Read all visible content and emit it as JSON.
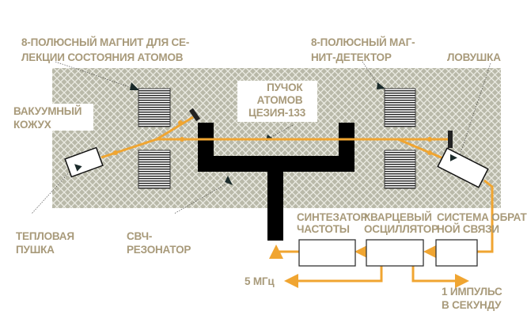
{
  "labels": {
    "selector_magnet": [
      "8-ПОЛЮСНЫЙ МАГНИТ ДЛЯ СЕ-",
      "ЛЕКЦИИ СОСТОЯНИЯ АТОМОВ"
    ],
    "detector_magnet": [
      "8-ПОЛЮСНЫЙ МАГ-",
      "НИТ-ДЕТЕКТОР"
    ],
    "trap": "ЛОВУШКА",
    "vacuum_casing": [
      "ВАКУУМНЫЙ",
      "КОЖУХ"
    ],
    "cesium_beam": [
      "ПУЧОК",
      "АТОМОВ",
      "ЦЕЗИЯ-133"
    ],
    "thermal_gun": [
      "ТЕПЛОВАЯ",
      "ПУШКА"
    ],
    "microwave_resonator": [
      "СВЧ-",
      "РЕЗОНАТОР"
    ],
    "synthesizer": [
      "СИНТЕЗАТОР",
      "ЧАСТОТЫ"
    ],
    "quartz_oscillator": [
      "КВАРЦЕВЫЙ",
      "ОСЦИЛЛЯТОР"
    ],
    "feedback_system": [
      "СИСТЕМА ОБРАТ-",
      "НОЙ СВЯЗИ"
    ],
    "output_5mhz": "5 МГц",
    "output_1pps": [
      "1 ИМПУЛЬС",
      "В СЕКУНДУ"
    ]
  },
  "colors": {
    "beam": "#f0a531",
    "text": "#a89a7a",
    "housing": "#b9b9a9",
    "resonator": "#000000"
  }
}
